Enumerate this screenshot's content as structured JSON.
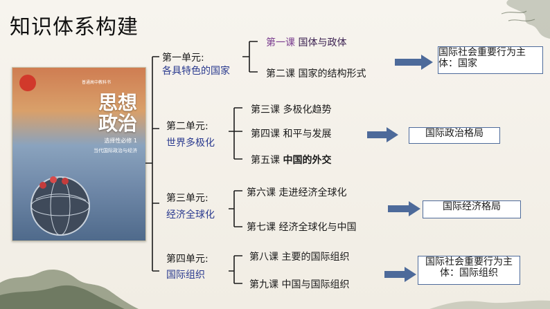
{
  "title": "知识体系构建",
  "book": {
    "title_line1": "思想",
    "title_line2": "政治",
    "subtitle": "选择性必修 1",
    "subtitle2": "当代国际政治与经济",
    "series": "普通高中教科书"
  },
  "units": [
    {
      "heading": "第一单元:",
      "name": "各具特色的国家",
      "lessons": [
        {
          "no": "第一课",
          "name": "国体与政体"
        },
        {
          "no": "第二课",
          "name": "国家的结构形式"
        }
      ],
      "result": "国际社会重要行为主体：国家"
    },
    {
      "heading": "第二单元:",
      "name": "世界多极化",
      "lessons": [
        {
          "no": "第三课",
          "name": "多极化趋势"
        },
        {
          "no": "第四课",
          "name": "和平与发展"
        },
        {
          "no": "第五课",
          "name": "中国的外交"
        }
      ],
      "result": "国际政治格局"
    },
    {
      "heading": "第三单元:",
      "name": "经济全球化",
      "lessons": [
        {
          "no": "第六课",
          "name": "走进经济全球化"
        },
        {
          "no": "第七课",
          "name": "经济全球化与中国"
        }
      ],
      "result": "国际经济格局"
    },
    {
      "heading": "第四单元:",
      "name": "国际组织",
      "lessons": [
        {
          "no": "第八课",
          "name": "主要的国际组织"
        },
        {
          "no": "第九课",
          "name": "中国与国际组织"
        }
      ],
      "result": "国际社会重要行为主体：国际组织"
    }
  ],
  "colors": {
    "unit_name": "#2a3a8f",
    "lesson_no_highlight": "#7a3d8f",
    "lesson_name_highlight": "#3a1f4f",
    "arrow": "#4d6a9a",
    "box_border": "#4d6a9a"
  }
}
